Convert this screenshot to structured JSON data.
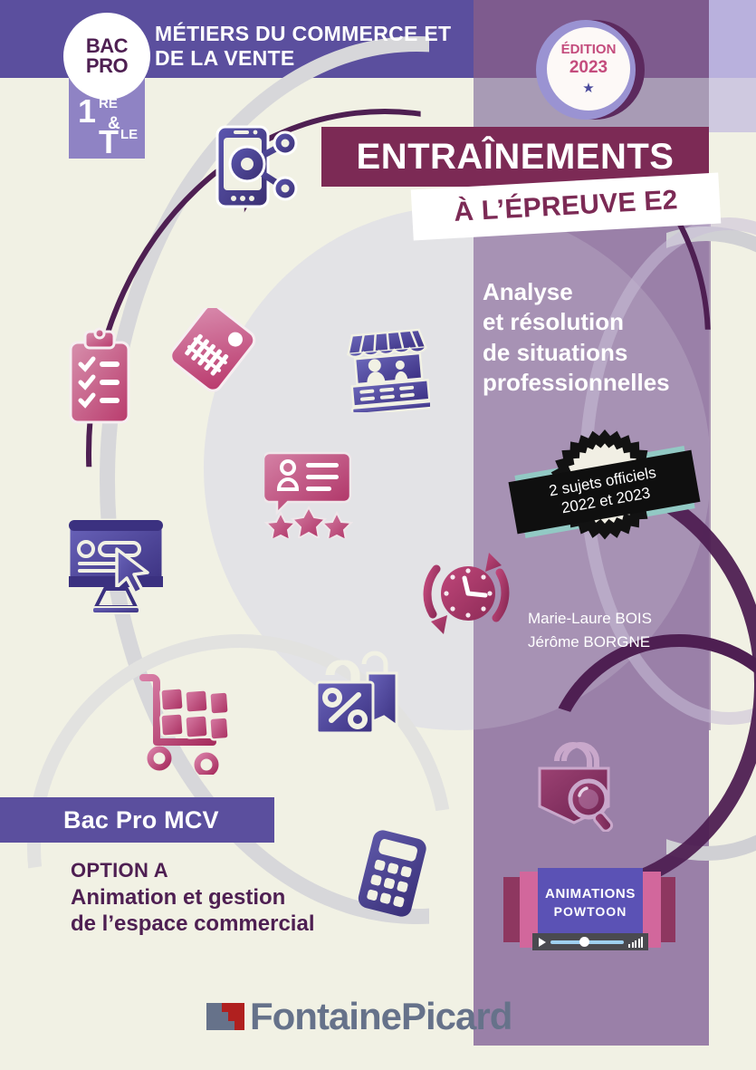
{
  "cover": {
    "header": {
      "badge_line1": "BAC",
      "badge_line2": "PRO",
      "level_1": "1",
      "level_1_sup": "RE",
      "level_amp": "&",
      "level_t": "T",
      "level_t_sup": "LE",
      "title": "MÉTIERS DU COMMERCE ET DE LA VENTE"
    },
    "edition": {
      "label": "ÉDITION",
      "year": "2023",
      "star": "★"
    },
    "title": {
      "main": "ENTRAÎNEMENTS",
      "sub": "À L’ÉPREUVE E2"
    },
    "description": "Analyse\net résolution\nde situations\nprofessionnelles",
    "burst": {
      "line1": "2 sujets officiels",
      "line2": "2022 et 2023"
    },
    "authors": "Marie-Laure BOIS\nJérôme BORGNE",
    "option": {
      "band": "Bac Pro MCV",
      "label": "OPTION A",
      "text": "Animation et gestion\nde l’espace commercial"
    },
    "powtoon": {
      "line1": "ANIMATIONS",
      "line2": "POWTOON"
    },
    "publisher": "FontainePicard",
    "colors": {
      "cream": "#f1f1e4",
      "header_purple": "#5b4f9e",
      "panel_mauve": "#9a80a8",
      "plum": "#4e1f52",
      "wine": "#7c2a55",
      "pink": "#c44c7d",
      "blue_violet": "#4a4a9c",
      "teal": "#92c9c4",
      "logo_gray": "#66728a",
      "logo_red": "#b0201f"
    },
    "icons": [
      "smartphone-share-icon",
      "clipboard-checklist-icon",
      "price-tag-icon",
      "storefront-icon",
      "review-bubble-icon",
      "monitor-cursor-icon",
      "clock-refresh-icon",
      "shopping-bag-percent-icon",
      "shopping-cart-icon",
      "calculator-icon",
      "bag-magnifier-icon"
    ]
  }
}
